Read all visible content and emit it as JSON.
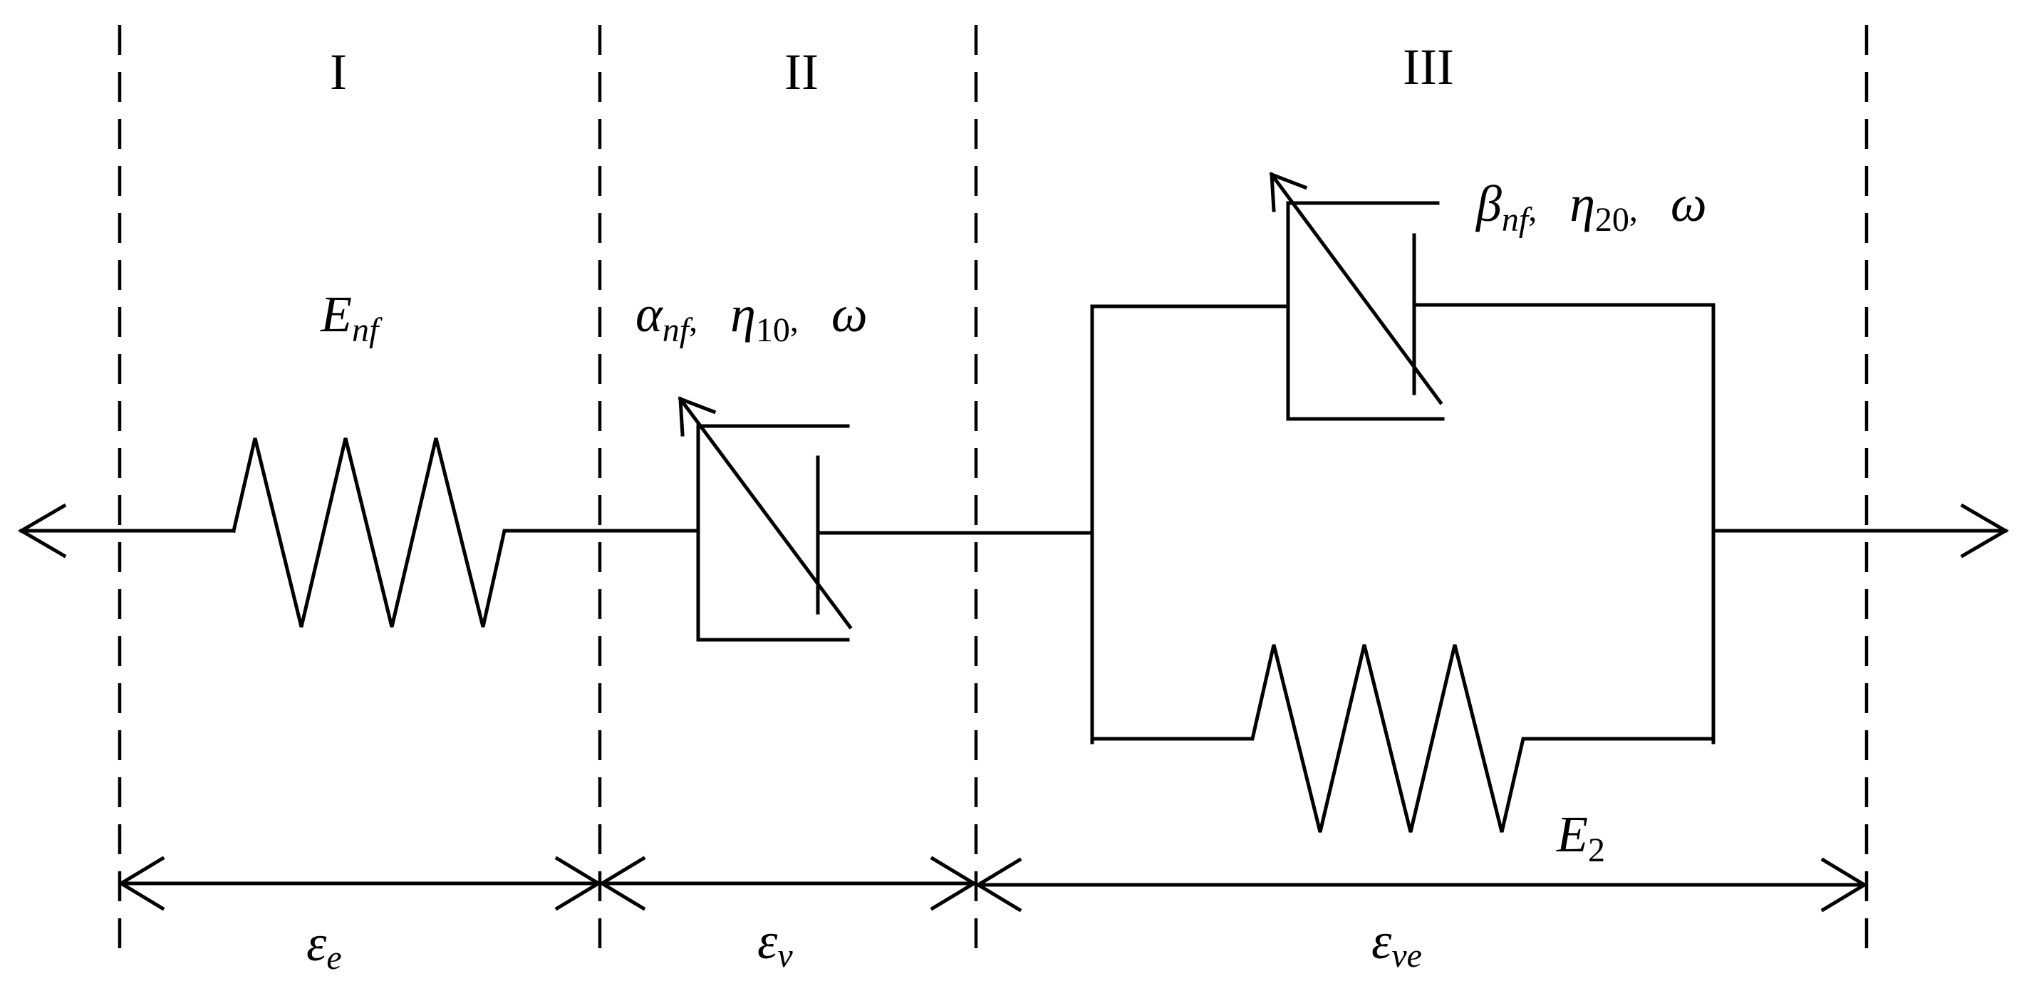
{
  "regions": [
    {
      "numeral": "I",
      "strain": {
        "base": "ε",
        "sub": "e"
      }
    },
    {
      "numeral": "II",
      "strain": {
        "base": "ε",
        "sub": "v"
      }
    },
    {
      "numeral": "III",
      "strain": {
        "base": "ε",
        "sub": "ve"
      }
    }
  ],
  "elements": {
    "spring1": {
      "base": "E",
      "sub": "nf"
    },
    "dashpot1": {
      "p1": "α",
      "p1sub": "nf",
      "p2": "η",
      "p2sub": "10",
      "p3": "ω",
      "sep": ","
    },
    "dashpot2": {
      "p1": "β",
      "p1sub": "nf",
      "p2": "η",
      "p2sub": "20",
      "p3": "ω",
      "sep": ","
    },
    "spring2": {
      "base": "E",
      "sub": "2"
    }
  },
  "colors": {
    "line": "#000000",
    "background": "#ffffff"
  }
}
